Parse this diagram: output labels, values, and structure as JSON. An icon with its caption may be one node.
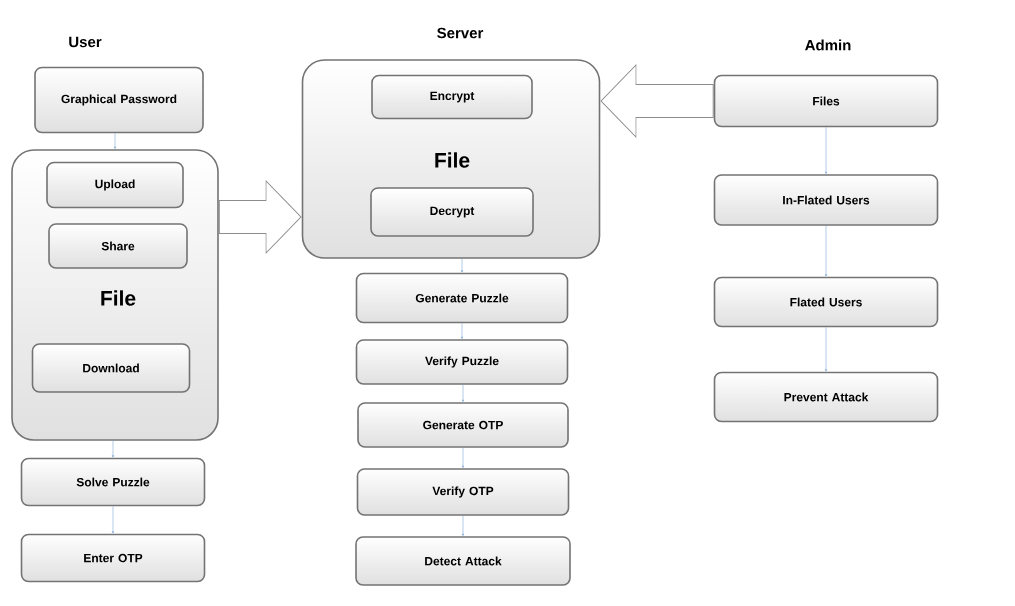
{
  "diagram": {
    "nodes": [
      {
        "text": [
          "Graphical Password"
        ]
      },
      {
        "text": [
          "File"
        ]
      },
      {
        "text": [
          "Upload"
        ],
        "in": 1
      },
      {
        "text": [
          "Share"
        ],
        "in": 1
      },
      {
        "text": [
          "Download"
        ],
        "in": 1
      },
      {
        "text": [
          "Solve Puzzle"
        ]
      },
      {
        "text": [
          "Enter OTP"
        ]
      },
      {
        "text": [
          "File"
        ]
      },
      {
        "text": [
          "Encrypt"
        ],
        "in": 7
      },
      {
        "text": [
          "Decrypt"
        ],
        "in": 7
      },
      {
        "text": [
          "Generate Puzzle"
        ]
      },
      {
        "text": [
          "Verify Puzzle"
        ]
      },
      {
        "text": [
          "Generate OTP"
        ]
      },
      {
        "text": [
          "Verify OTP"
        ]
      },
      {
        "text": [
          "Detect Attack"
        ]
      },
      {
        "text": [
          "Files"
        ]
      },
      {
        "text": [
          "In-Flated Users"
        ]
      },
      {
        "text": [
          "Flated Users"
        ]
      },
      {
        "text": [
          "Prevent Attack"
        ]
      }
    ],
    "edges": [
      {
        "from": 0,
        "to": 1,
        "arrow": "to"
      },
      {
        "from": 1,
        "to": 5,
        "arrow": "to"
      },
      {
        "from": 5,
        "to": 6,
        "arrow": "to"
      },
      {
        "from": 1,
        "to": 7,
        "arrow": "to",
        "style": "thick",
        "color": "#8c8c8c"
      },
      {
        "from": 15,
        "to": 7,
        "arrow": "to",
        "style": "thick",
        "color": "#8c8c8c"
      },
      {
        "from": 7,
        "to": 10,
        "arrow": "to"
      },
      {
        "from": 10,
        "to": 11,
        "arrow": "to"
      },
      {
        "from": 11,
        "to": 12,
        "arrow": "to"
      },
      {
        "from": 12,
        "to": 13,
        "arrow": "to"
      },
      {
        "from": 13,
        "to": 14,
        "arrow": "to"
      },
      {
        "from": 15,
        "to": 16,
        "arrow": "to"
      },
      {
        "from": 16,
        "to": 17,
        "arrow": "to"
      },
      {
        "from": 17,
        "to": 18,
        "arrow": "to"
      }
    ],
    "labels": [
      "Server",
      "User",
      "Admin"
    ]
  }
}
